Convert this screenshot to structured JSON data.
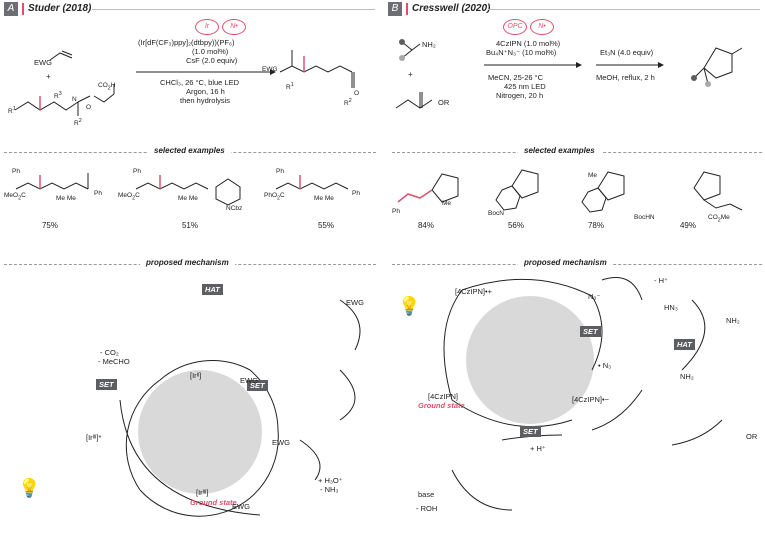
{
  "panel_a": {
    "badge": "A",
    "title": "Studer (2018)",
    "catalyst_badges": [
      "Ir",
      "N•"
    ],
    "catalyst": "(Ir[dF(CF₃)ppy]₂(dtbpy))(PF₆)",
    "loading": "(1.0 mol%)",
    "additive": "CsF (2.0 equiv)",
    "conditions_1": "CHCl₃, 26 °C, blue LED",
    "conditions_2": "Argon, 16 h",
    "conditions_3": "then hydrolysis",
    "reagent_1": "EWG",
    "plus": "+",
    "selected_examples": "selected examples",
    "yields": [
      "75%",
      "51%",
      "55%"
    ],
    "proposed_mechanism": "proposed mechanism",
    "hat": "HAT",
    "set_labels": [
      "SET",
      "SET"
    ],
    "byproducts": [
      "- CO₂",
      "- MeCHO"
    ],
    "ir_ii": "[Irᴵᴵ]",
    "ir_iii_star": "[Irᴵᴵᴵ]*",
    "ir_iii": "[Irᴵᴵᴵ]",
    "ground_state": "Ground state",
    "hydrolysis": [
      "+ H₃O⁺",
      "- NH₃"
    ]
  },
  "panel_b": {
    "badge": "B",
    "title": "Cresswell (2020)",
    "catalyst_badges": [
      "OPC",
      "N•"
    ],
    "catalyst": "4CzIPN (1.0 mol%)",
    "additive": "Bu₄N⁺N₃⁻ (10 mol%)",
    "conditions_1": "MeCN, 25-26 °C",
    "conditions_2": "425 nm LED",
    "conditions_3": "Nitrogen, 20 h",
    "step2_reagent": "Et₃N (4.0 equiv)",
    "step2_conditions": "MeOH, reflux, 2 h",
    "amine": "NH₂",
    "acrylate": "OR",
    "plus": "+",
    "selected_examples": "selected examples",
    "yields": [
      "84%",
      "56%",
      "78%",
      "49%"
    ],
    "proposed_mechanism": "proposed mechanism",
    "cat_radical_cation": "[4CzIPN]•+",
    "cat_ground": "[4CzIPN]",
    "cat_radical_anion": "[4CzIPN]•−",
    "ground_state": "Ground state",
    "azide": "N₃⁻",
    "azide_radical": "• N₃",
    "hn3": "HN₃",
    "minus_h": "- H⁺",
    "plus_h": "+ H⁺",
    "set_labels": [
      "SET",
      "SET"
    ],
    "hat": "HAT",
    "base": "base",
    "minus_roh": "- ROH"
  },
  "colors": {
    "accent": "#e0506a",
    "badge_gray": "#6d6e71",
    "circle": "#d9d9d9"
  }
}
